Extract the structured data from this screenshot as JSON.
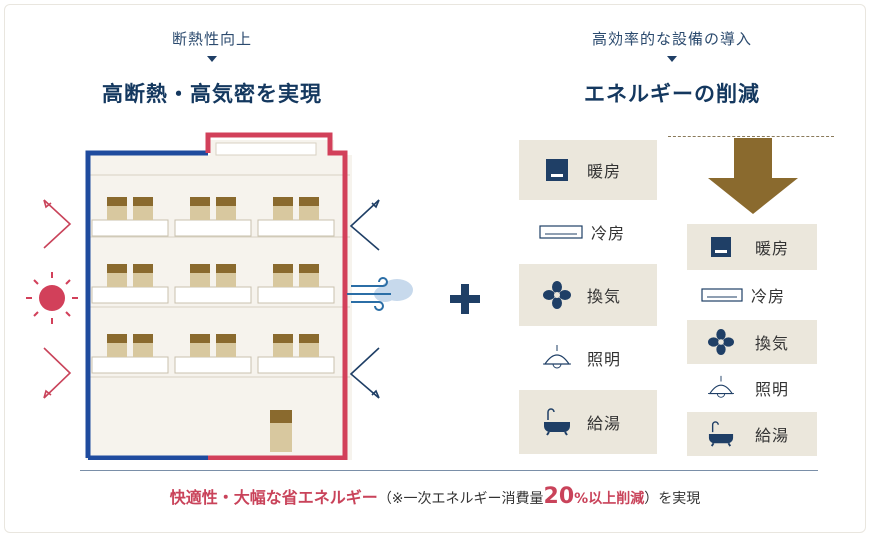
{
  "left": {
    "small_heading": "断熱性向上",
    "big_heading": "高断熱・高気密を実現"
  },
  "right": {
    "small_heading": "高効率的な設備の導入",
    "big_heading": "エネルギーの削減"
  },
  "equipment_before": [
    {
      "label": "暖房",
      "icon": "heater-icon"
    },
    {
      "label": "冷房",
      "icon": "air-conditioner-icon"
    },
    {
      "label": "換気",
      "icon": "fan-icon"
    },
    {
      "label": "照明",
      "icon": "lamp-icon"
    },
    {
      "label": "給湯",
      "icon": "bathtub-icon"
    }
  ],
  "equipment_after": [
    {
      "label": "暖房",
      "icon": "heater-icon"
    },
    {
      "label": "冷房",
      "icon": "air-conditioner-icon"
    },
    {
      "label": "換気",
      "icon": "fan-icon"
    },
    {
      "label": "照明",
      "icon": "lamp-icon"
    },
    {
      "label": "給湯",
      "icon": "bathtub-icon"
    }
  ],
  "bottom": {
    "part1": "快適性・大幅な省エネルギー",
    "part2": "（※一次エネルギー消費量",
    "part3": "20",
    "part4": "%以上削減",
    "part5": "）を実現"
  },
  "colors": {
    "navy": "#1f3f66",
    "red": "#c9435a",
    "brown": "#8a6a2e",
    "beige": "#ebe7dc"
  }
}
